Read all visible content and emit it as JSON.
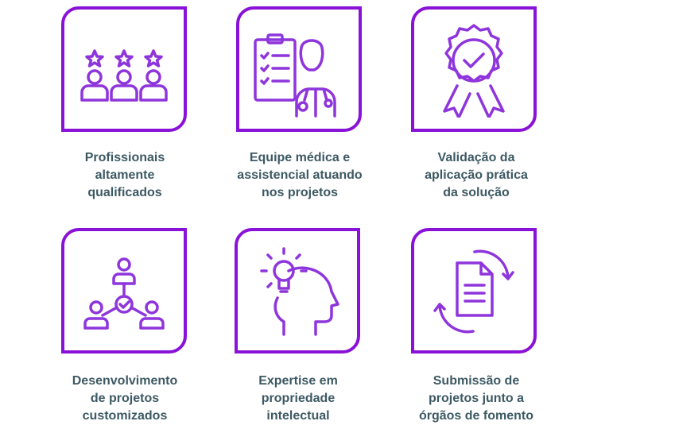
{
  "items": [
    {
      "icon": "rated-professionals-icon",
      "lines": [
        "Profissionais",
        "altamente",
        "qualificados"
      ]
    },
    {
      "icon": "doctor-clipboard-icon",
      "lines": [
        "Equipe médica e",
        "assistencial atuando",
        "nos projetos"
      ]
    },
    {
      "icon": "award-badge-check-icon",
      "lines": [
        "Validação da",
        "aplicação prática",
        "da solução"
      ]
    },
    {
      "icon": "network-people-icon",
      "lines": [
        "Desenvolvimento",
        "de projetos",
        "customizados"
      ]
    },
    {
      "icon": "head-lightbulb-icon",
      "lines": [
        "Expertise em",
        "propriedade",
        "intelectual"
      ]
    },
    {
      "icon": "document-cycle-icon",
      "lines": [
        "Submissão de",
        "projetos junto a",
        "órgãos de fomento"
      ]
    }
  ],
  "colors": {
    "border": "#8a12d8",
    "icon": "#8e35dc",
    "text": "#3d5963"
  }
}
